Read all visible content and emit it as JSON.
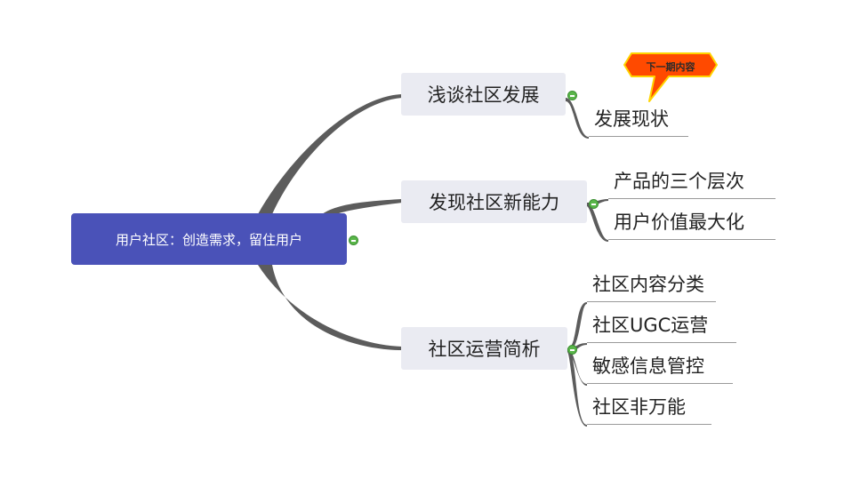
{
  "root": {
    "label": "用户社区：创造需求，留住用户"
  },
  "branches": [
    {
      "label": "浅谈社区发展",
      "note": "下一期内容",
      "children": [
        "发展现状"
      ]
    },
    {
      "label": "发现社区新能力",
      "children": [
        "产品的三个层次",
        "用户价值最大化"
      ]
    },
    {
      "label": "社区运营简析",
      "children": [
        "社区内容分类",
        "社区UGC运营",
        "敏感信息管控",
        "社区非万能"
      ]
    }
  ],
  "colors": {
    "root_fill": "#4a52b8",
    "branch_fill": "#eaebf2",
    "connector": "#5c5c5c",
    "note_fill": "#ff4a00",
    "note_border": "#ffd400",
    "toggle": "#59b649"
  }
}
